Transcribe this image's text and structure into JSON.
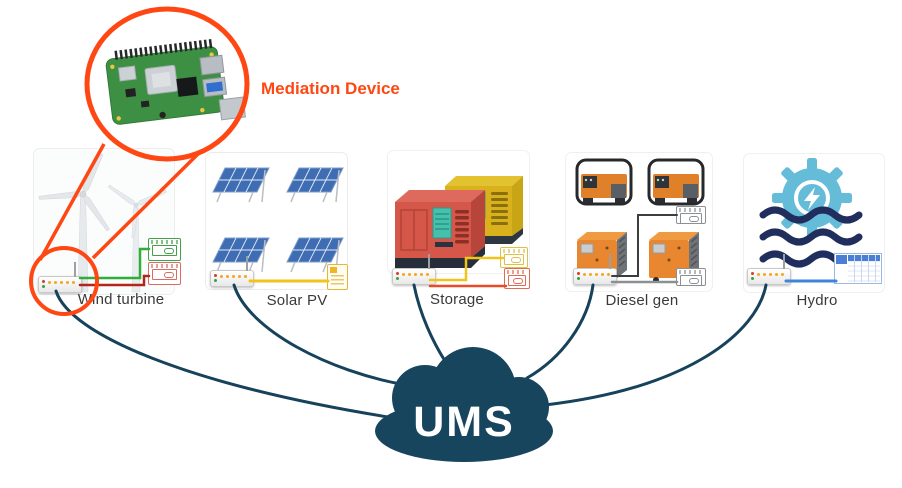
{
  "callout": {
    "label": "Mediation Device"
  },
  "cloud": {
    "label": "UMS"
  },
  "sources": [
    {
      "label": "Wind turbine",
      "icon": "wind-turbine",
      "meters": [
        "green-meter",
        "red-meter"
      ]
    },
    {
      "label": "Solar PV",
      "icon": "solar-panels",
      "meters": [
        "yellow-document-meter"
      ]
    },
    {
      "label": "Storage",
      "icon": "genset-containers",
      "meters": [
        "yellow-meter",
        "red-meter"
      ]
    },
    {
      "label": "Diesel gen",
      "icon": "diesel-generators",
      "meters": [
        "gray-meter",
        "gray-meter"
      ]
    },
    {
      "label": "Hydro",
      "icon": "hydro-gear-waves",
      "meters": [
        "blue-table-panel"
      ]
    }
  ],
  "colors": {
    "accent_orange": "#ff4713",
    "cloud_navy": "#17455e",
    "link_navy": "#16425b",
    "text_dark": "#3a3a3a",
    "cable_green": "#2fae3a",
    "cable_red": "#b3251a",
    "cable_yellow": "#f2c318",
    "cable_orange_red": "#e84b28",
    "cable_dark": "#3d3d3d",
    "cable_gray": "#8d9093",
    "cable_blue": "#3d85d8",
    "led_amber": "#f5a623"
  }
}
